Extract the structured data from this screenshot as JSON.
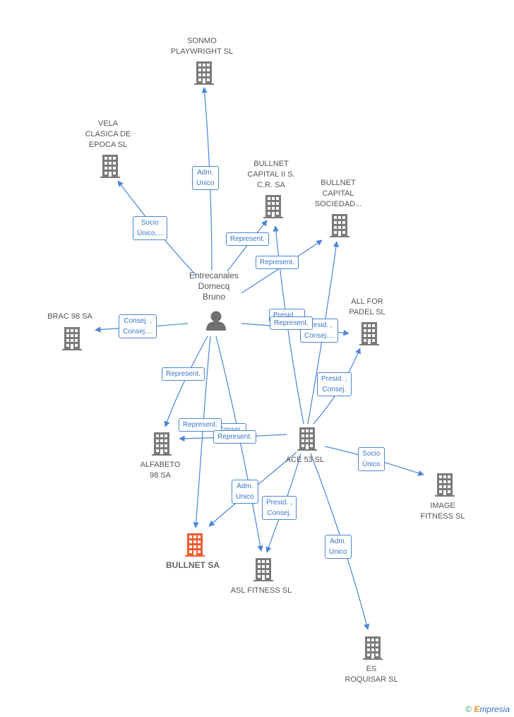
{
  "colors": {
    "edge": "#4a86d6",
    "building": "#7a7a7a",
    "highlight": "#ef5b30",
    "person": "#707070"
  },
  "person": {
    "label": "Entrecanales\nDomecq\nBruno"
  },
  "nodes": [
    {
      "id": "sonmo",
      "label": "SONMO\nPLAYWRIGHT SL"
    },
    {
      "id": "vela",
      "label": "VELA\nCLASICA DE\nEPOCA SL"
    },
    {
      "id": "capital2",
      "label": "BULLNET\nCAPITAL II S.\nC.R. SA"
    },
    {
      "id": "capsoc",
      "label": "BULLNET\nCAPITAL\nSOCIEDAD..."
    },
    {
      "id": "allfor",
      "label": "ALL FOR\nPADEL  SL"
    },
    {
      "id": "brac",
      "label": "BRAC 98 SA"
    },
    {
      "id": "alfabeto",
      "label": "ALFABETO\n98 SA"
    },
    {
      "id": "ace53",
      "label": "ACE 53 SL"
    },
    {
      "id": "image",
      "label": "IMAGE\nFITNESS SL"
    },
    {
      "id": "bullnet",
      "label": "BULLNET SA",
      "highlight": true
    },
    {
      "id": "aslfit",
      "label": "ASL FITNESS SL"
    },
    {
      "id": "esroq",
      "label": "ES\nROQUISAR SL"
    }
  ],
  "edge_labels": [
    {
      "id": "e_sonmo",
      "text": "Adm.\nUnico"
    },
    {
      "id": "e_vela",
      "text": "Socio\nÚnico,..."
    },
    {
      "id": "e_cap2",
      "text": "Represent."
    },
    {
      "id": "e_capsoc",
      "text": "Represent."
    },
    {
      "id": "e_brac",
      "text": "Consej. ,\nConsej...."
    },
    {
      "id": "e_alfabeto",
      "text": "Represent."
    },
    {
      "id": "e_ace_presid_back",
      "text": "Presid...."
    },
    {
      "id": "e_ace_consej",
      "text": "Presid. ,\nConsej...."
    },
    {
      "id": "e_ace_rep",
      "text": "Represent."
    },
    {
      "id": "e_ace_allfor",
      "text": "Presid. ,\nConsej."
    },
    {
      "id": "e_ace_image",
      "text": "Socio\nÚnico"
    },
    {
      "id": "e_alf_hidden",
      "text": "Consej."
    },
    {
      "id": "e_alf_rep1",
      "text": "Represent."
    },
    {
      "id": "e_alf_rep2",
      "text": "Represent."
    },
    {
      "id": "e_ace_bullnet",
      "text": "Adm.\nUnico"
    },
    {
      "id": "e_ace_asl",
      "text": "Presid. ,\nConsej."
    },
    {
      "id": "e_ace_esroq",
      "text": "Adm.\nUnico"
    }
  ],
  "footer": {
    "copyright": "©",
    "brand_e": "E",
    "brand_rest": "mpresia"
  }
}
